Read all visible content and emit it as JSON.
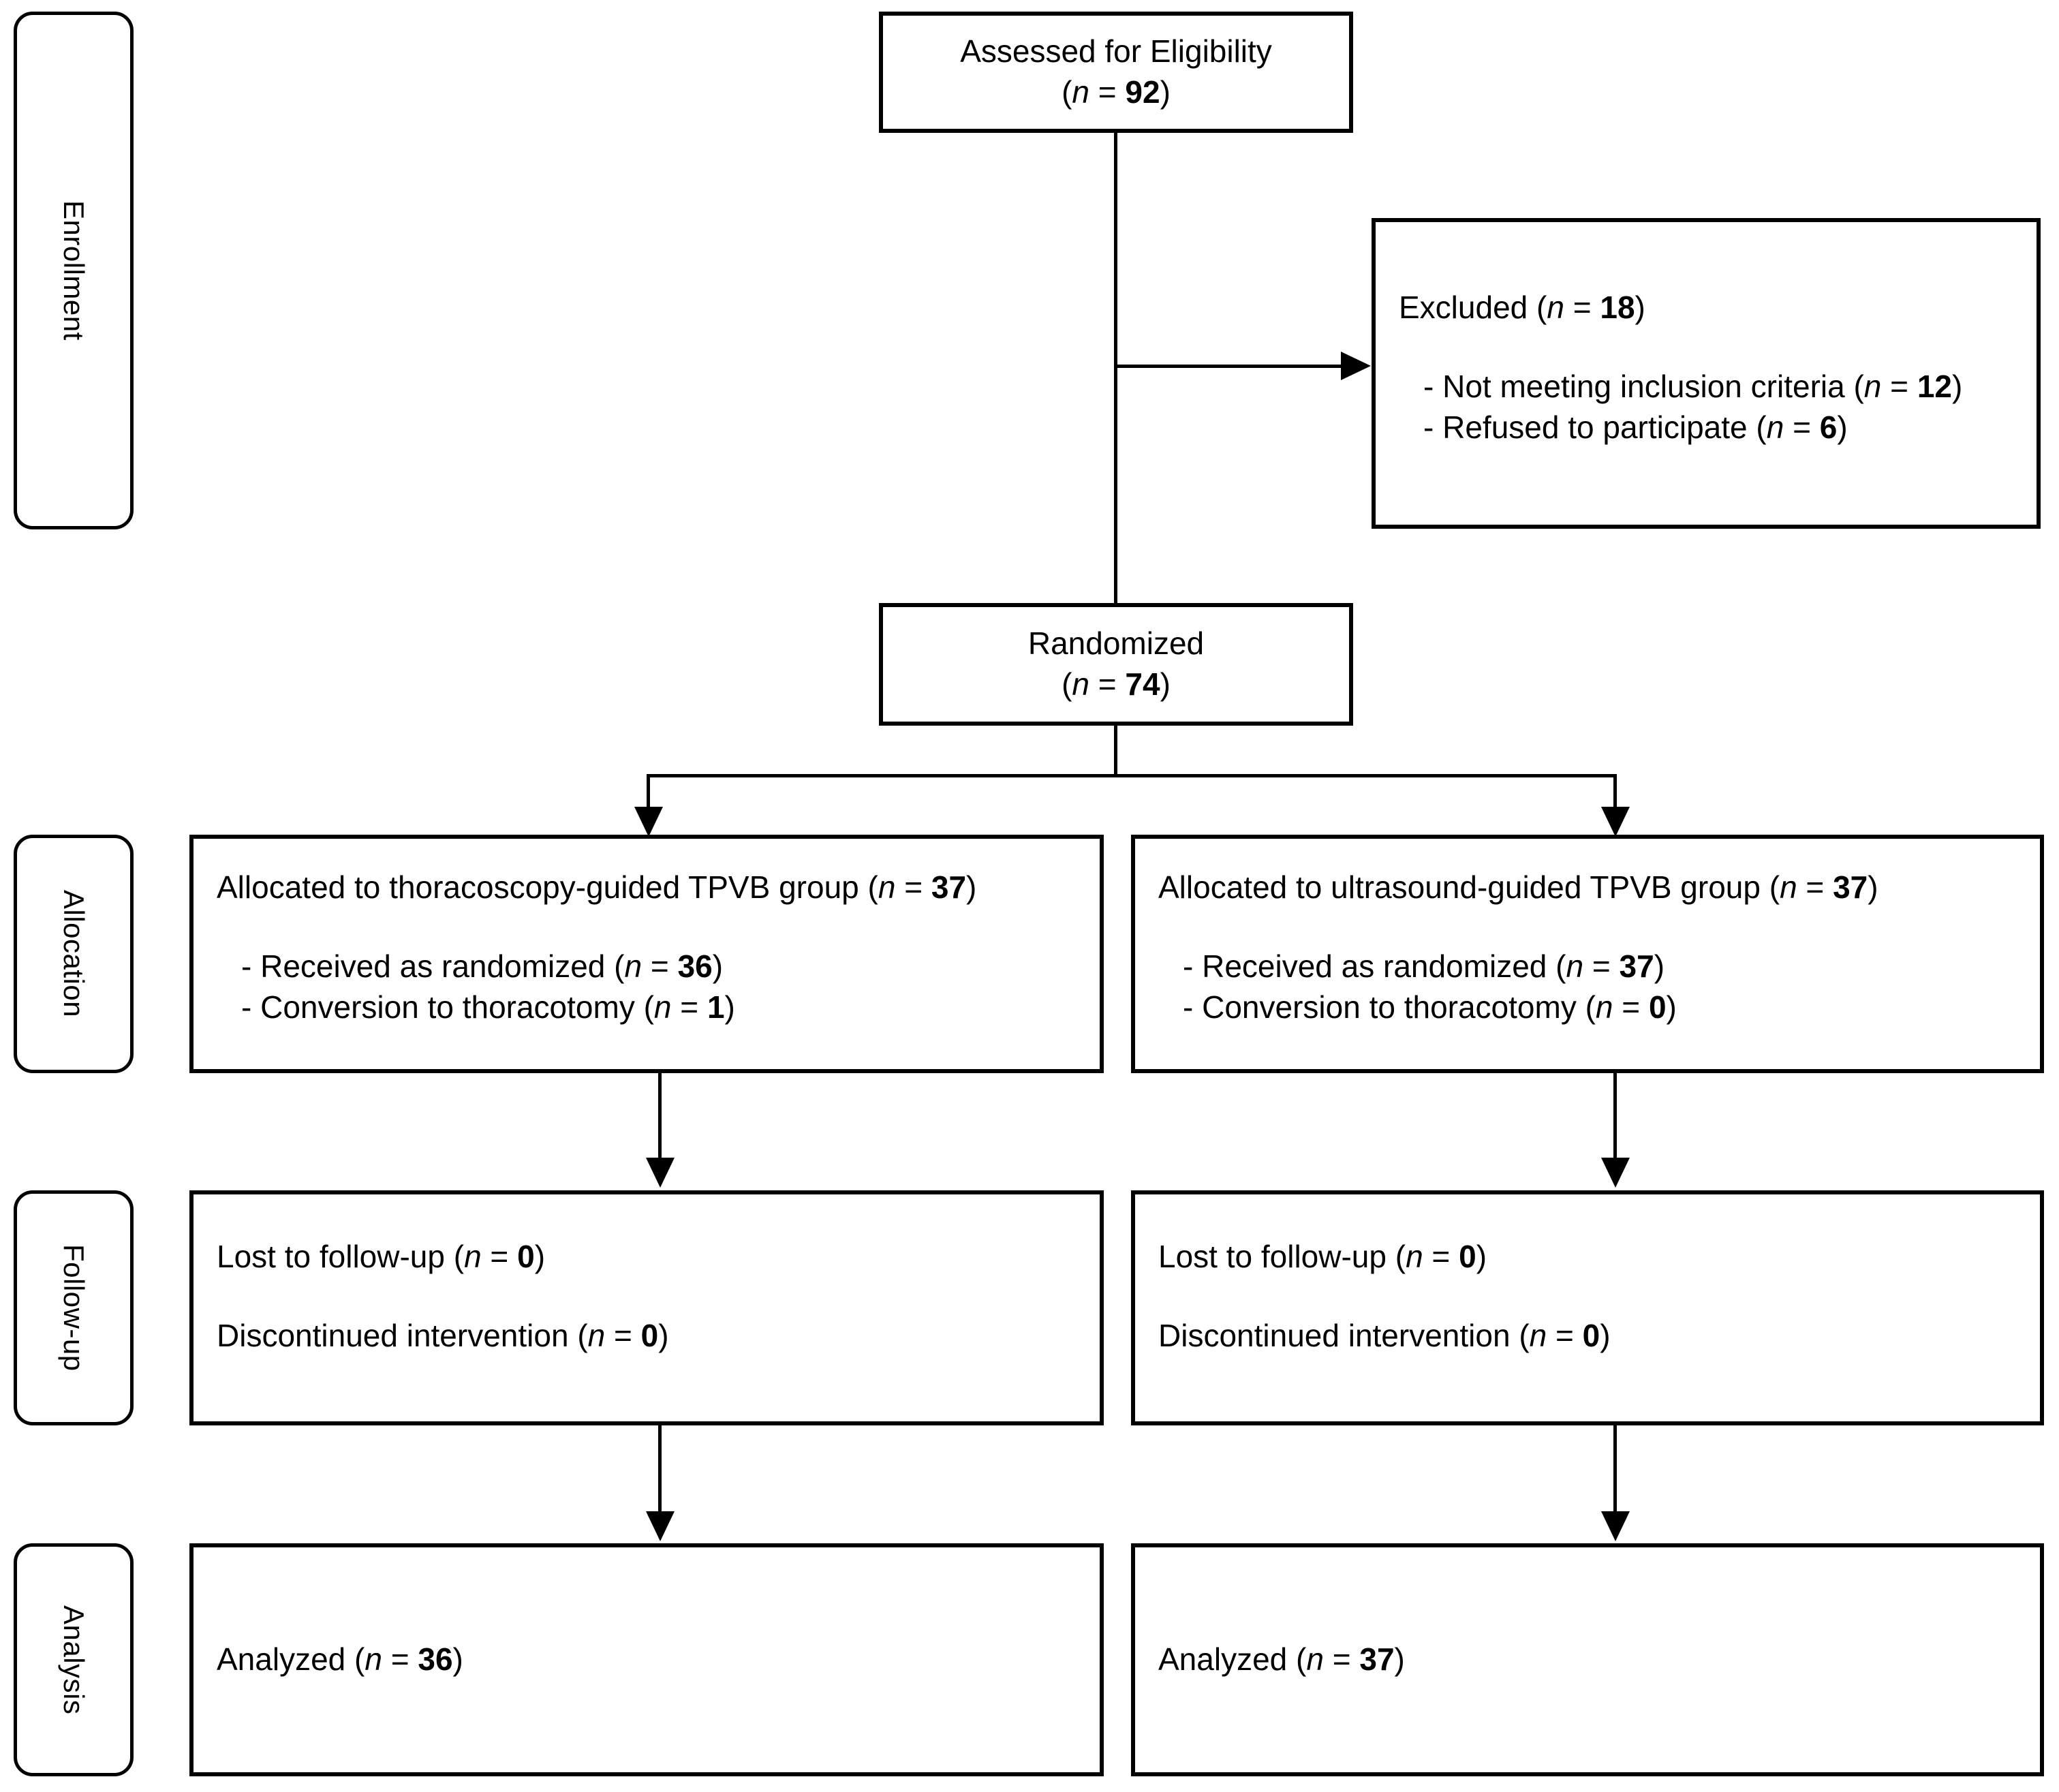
{
  "diagram": {
    "type": "CONSORT participant flow diagram",
    "stages": [
      {
        "id": "enrollment",
        "label": "Enrollment"
      },
      {
        "id": "allocation",
        "label": "Allocation"
      },
      {
        "id": "followup",
        "label": "Follow-up"
      },
      {
        "id": "analysis",
        "label": "Analysis"
      }
    ],
    "nodes": {
      "assessed": {
        "title": "Assessed for Eligibility",
        "count_prefix": "(",
        "n_symbol": "n",
        "eq": " = ",
        "count": "92",
        "count_suffix": ")"
      },
      "excluded": {
        "label": "Excluded (",
        "n_symbol": "n",
        "eq": " = ",
        "count": "18",
        "suffix": ")",
        "reasons": [
          {
            "bullet": "-",
            "text": "Not meeting inclusion criteria (",
            "n_symbol": "n",
            "eq": " = ",
            "count": "12",
            "suffix": ")"
          },
          {
            "bullet": "-",
            "text": "Refused to participate (",
            "n_symbol": "n",
            "eq": " = ",
            "count": "6",
            "suffix": ")"
          }
        ]
      },
      "randomized": {
        "title": "Randomized",
        "count_prefix": "(",
        "n_symbol": "n",
        "eq": " = ",
        "count": "74",
        "count_suffix": ")"
      },
      "alloc_left": {
        "label": "Allocated to thoracoscopy-guided TPVB group (",
        "n_symbol": "n",
        "eq": " = ",
        "count": "37",
        "suffix": ")",
        "details": [
          {
            "bullet": "-",
            "text": "Received as randomized (",
            "n_symbol": "n",
            "eq": " = ",
            "count": "36",
            "suffix": ")"
          },
          {
            "bullet": "-",
            "text": "Conversion to thoracotomy (",
            "n_symbol": "n",
            "eq": " = ",
            "count": "1",
            "suffix": ")"
          }
        ]
      },
      "alloc_right": {
        "label": "Allocated to ultrasound-guided TPVB group (",
        "n_symbol": "n",
        "eq": " = ",
        "count": "37",
        "suffix": ")",
        "details": [
          {
            "bullet": "-",
            "text": "Received as randomized (",
            "n_symbol": "n",
            "eq": " = ",
            "count": "37",
            "suffix": ")"
          },
          {
            "bullet": "-",
            "text": "Conversion to thoracotomy (",
            "n_symbol": "n",
            "eq": " = ",
            "count": "0",
            "suffix": ")"
          }
        ]
      },
      "followup_left": {
        "lost": {
          "text": "Lost to follow-up (",
          "n_symbol": "n",
          "eq": " = ",
          "count": "0",
          "suffix": ")"
        },
        "discontinued": {
          "text": "Discontinued intervention (",
          "n_symbol": "n",
          "eq": " = ",
          "count": "0",
          "suffix": ")"
        }
      },
      "followup_right": {
        "lost": {
          "text": "Lost to follow-up (",
          "n_symbol": "n",
          "eq": " = ",
          "count": "0",
          "suffix": ")"
        },
        "discontinued": {
          "text": "Discontinued intervention (",
          "n_symbol": "n",
          "eq": " = ",
          "count": "0",
          "suffix": ")"
        }
      },
      "analysis_left": {
        "text": "Analyzed (",
        "n_symbol": "n",
        "eq": " = ",
        "count": "36",
        "suffix": ")"
      },
      "analysis_right": {
        "text": "Analyzed (",
        "n_symbol": "n",
        "eq": " = ",
        "count": "37",
        "suffix": ")"
      }
    },
    "colors": {
      "stroke": "#000000",
      "background": "#ffffff",
      "text": "#000000"
    }
  }
}
